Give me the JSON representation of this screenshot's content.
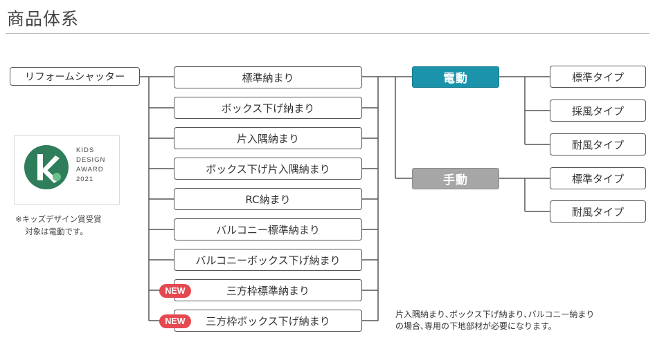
{
  "title": "商品体系",
  "root": "リフォームシャッター",
  "products": [
    {
      "label": "標準納まり",
      "badge": ""
    },
    {
      "label": "ボックス下げ納まり",
      "badge": ""
    },
    {
      "label": "片入隅納まり",
      "badge": ""
    },
    {
      "label": "ボックス下げ片入隅納まり",
      "badge": ""
    },
    {
      "label": "RC納まり",
      "badge": ""
    },
    {
      "label": "バルコニー標準納まり",
      "badge": ""
    },
    {
      "label": "バルコニーボックス下げ納まり",
      "badge": ""
    },
    {
      "label": "三方枠標準納まり",
      "badge": "NEW"
    },
    {
      "label": "三方枠ボックス下げ納まり",
      "badge": "NEW"
    }
  ],
  "modes": {
    "electric": {
      "label": "電動",
      "color": "#1a93ab"
    },
    "manual": {
      "label": "手動",
      "color": "#a6a6a6"
    }
  },
  "types": {
    "electric": [
      "標準タイプ",
      "採風タイプ",
      "耐風タイプ"
    ],
    "manual": [
      "標準タイプ",
      "耐風タイプ"
    ]
  },
  "badge_color": "#e64850",
  "award": {
    "lines": [
      "KIDS",
      "DESIGN",
      "AWARD",
      "2021"
    ],
    "logo_color": "#2e7d5b"
  },
  "note_left": [
    "※キッズデザイン賞受賞",
    "対象は電動です。"
  ],
  "note_right": [
    "片入隅納まり､ボックス下げ納まり､バルコニー納まり",
    "の場合､専用の下地部材が必要になります。"
  ]
}
